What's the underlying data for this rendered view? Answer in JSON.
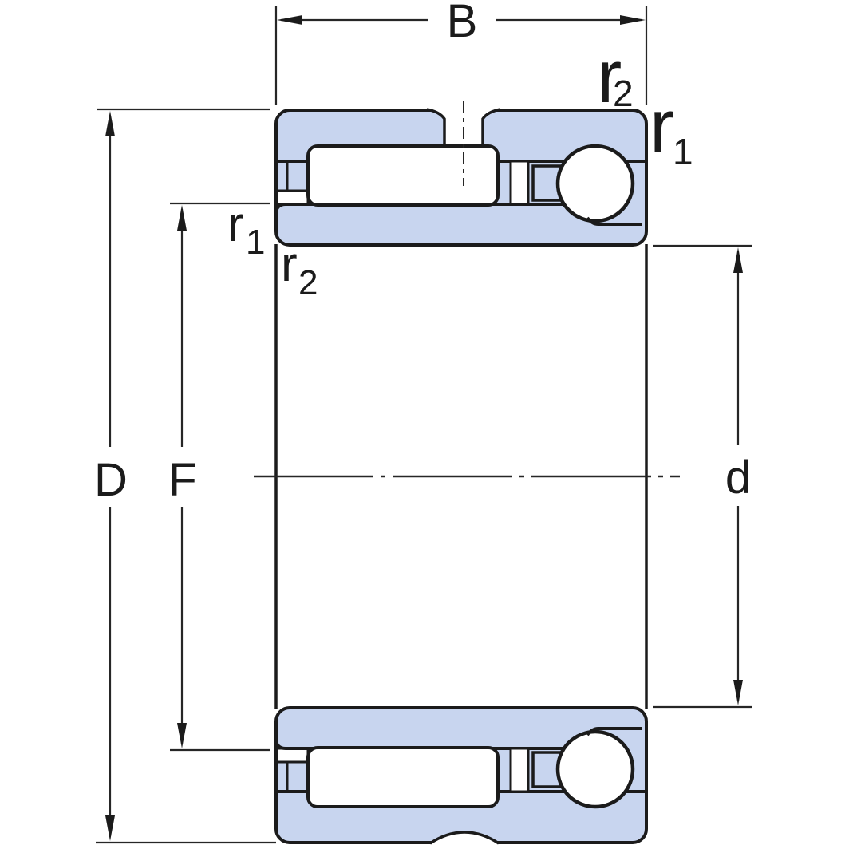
{
  "diagram": {
    "title": "bearing-cross-section-drawing",
    "labels": {
      "width": "B",
      "outside_diameter": "D",
      "raceway_diameter": "F",
      "bore_diameter": "d",
      "r1_base": "r",
      "r1_sub": "1",
      "r2_base": "r",
      "r2_sub": "2"
    },
    "colors": {
      "ring_fill": "#c8d5ef",
      "outline": "#1b1b1b",
      "dimension_lines": "#262626",
      "background": "#ffffff"
    }
  }
}
